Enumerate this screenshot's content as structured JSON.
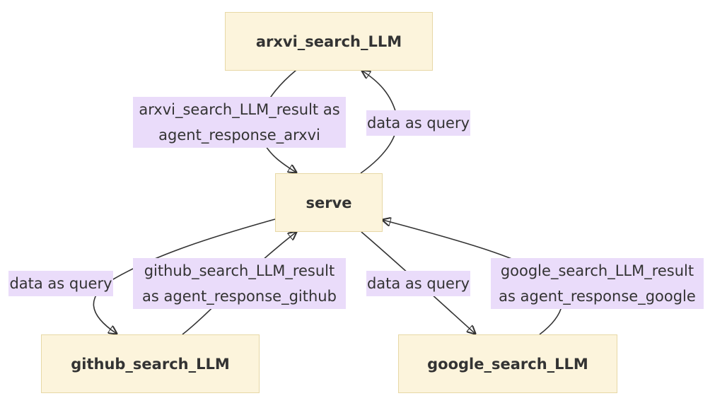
{
  "nodes": {
    "arxvi": "arxvi_search_LLM",
    "serve": "serve",
    "github": "github_search_LLM",
    "google": "google_search_LLM"
  },
  "edge_labels": {
    "arxvi_to_serve": "arxvi_search_LLM_result as\nagent_response_arxvi",
    "serve_to_arxvi": "data as query",
    "serve_to_github": "data as query",
    "github_to_serve": "github_search_LLM_result\nas agent_response_github",
    "serve_to_google": "data as query",
    "google_to_serve": "google_search_LLM_result\nas agent_response_google"
  },
  "colors": {
    "node_fill": "#fcf4dc",
    "node_border": "#e7d8a6",
    "label_fill": "#eadcfa",
    "edge": "#333333"
  }
}
